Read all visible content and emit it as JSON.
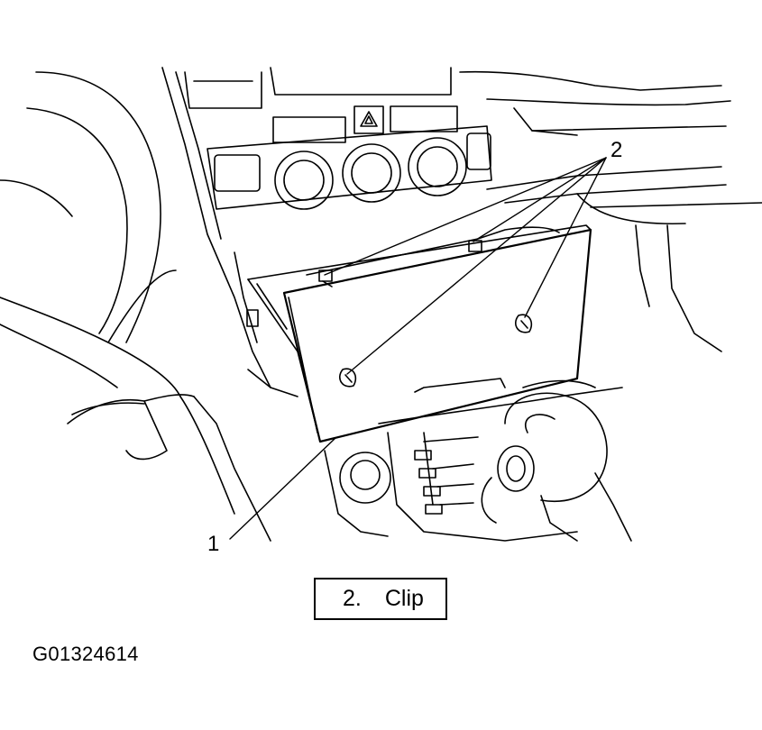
{
  "callouts": {
    "one": "1",
    "two": "2"
  },
  "legend": {
    "number": "2.",
    "text": "Clip"
  },
  "figure_id": "G01324614",
  "line_color": "#000000"
}
